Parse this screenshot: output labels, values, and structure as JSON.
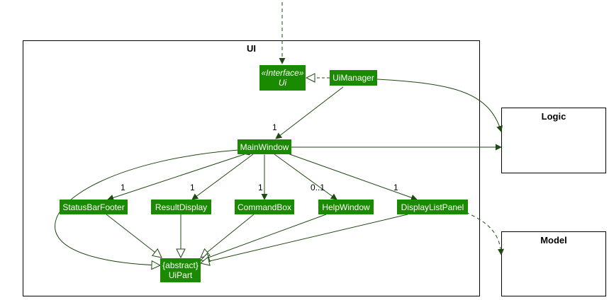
{
  "packages": {
    "ui": "UI",
    "logic": "Logic",
    "model": "Model"
  },
  "classes": {
    "ui_interface": {
      "stereotype": "«Interface»",
      "name": "Ui"
    },
    "ui_manager": "UiManager",
    "main_window": "MainWindow",
    "status_bar_footer": "StatusBarFooter",
    "result_display": "ResultDisplay",
    "command_box": "CommandBox",
    "help_window": "HelpWindow",
    "display_list_panel": "DisplayListPanel",
    "ui_part": {
      "stereotype": "{abstract}",
      "name": "UiPart"
    }
  },
  "multiplicities": {
    "main_window": "1",
    "status_bar_footer": "1",
    "result_display": "1",
    "command_box": "1",
    "help_window": "0..1",
    "display_list_panel": "1"
  },
  "colors": {
    "class_fill": "#1a8a00",
    "edge": "#1f4a12"
  }
}
